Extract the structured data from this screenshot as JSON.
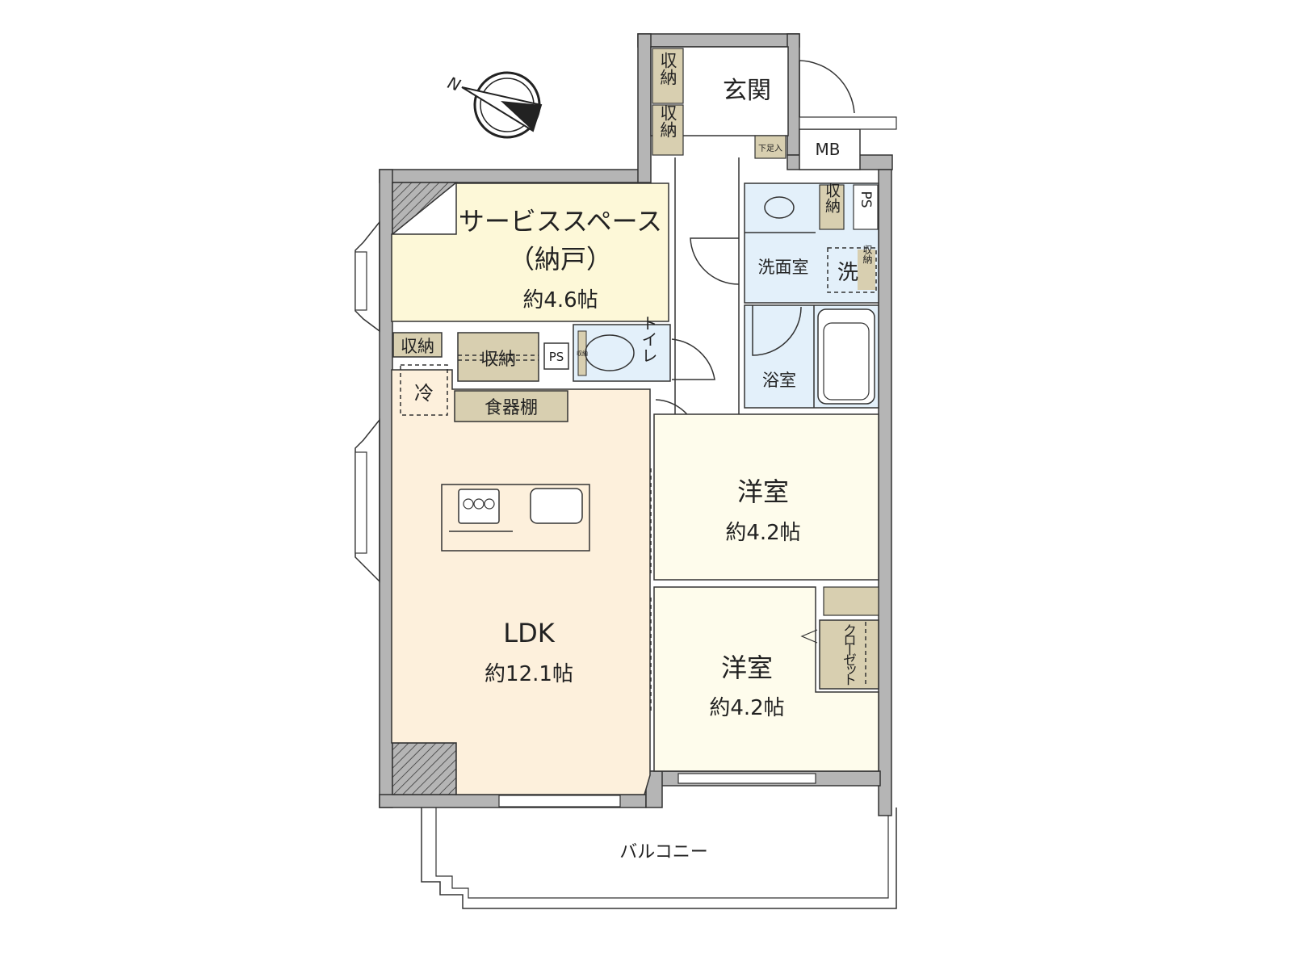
{
  "colors": {
    "wall": "#b5b5b5",
    "ldk": "#fdf0dc",
    "service_space": "#fdf8d8",
    "western_room": "#fefcec",
    "wet_area": "#e3f0fa",
    "storage": "#d8cfb0"
  },
  "compass": {
    "north_label": "N",
    "icon": "north-arrow-icon"
  },
  "rooms": {
    "entrance": "玄関",
    "service_space_title": "サービススペース",
    "service_space_sub": "（納戸）",
    "service_space_size": "約4.6帖",
    "washroom": "洗面室",
    "bathroom": "浴室",
    "toilet": "トイレ",
    "ldk": "LDK",
    "ldk_size": "約12.1帖",
    "western1": "洋室",
    "western1_size": "約4.2帖",
    "western2": "洋室",
    "western2_size": "約4.2帖",
    "balcony": "バルコニー"
  },
  "fixtures": {
    "storage1": "収納",
    "storage2": "収納",
    "shoe_box": "下足入",
    "mb": "MB",
    "ps_bath": "PS",
    "storage_bath": "収納",
    "washer": "洗",
    "storage_washer": "収納",
    "storage_left": "収納",
    "storage_mid": "収納",
    "ps_mid": "PS",
    "storage_toilet": "収納",
    "fridge": "冷",
    "cupboard": "食器棚",
    "closet": "クローゼット"
  }
}
